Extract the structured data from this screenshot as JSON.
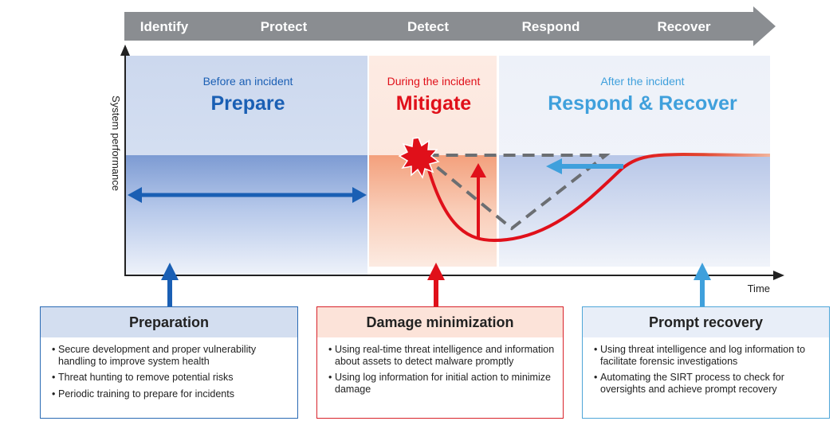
{
  "phases": [
    "Identify",
    "Protect",
    "Detect",
    "Respond",
    "Recover"
  ],
  "axes": {
    "y_label": "System performance",
    "x_label": "Time"
  },
  "stages": {
    "before": {
      "subtitle": "Before an incident",
      "title": "Prepare"
    },
    "during": {
      "subtitle": "During the incident",
      "title": "Mitigate"
    },
    "after": {
      "subtitle": "After the incident",
      "title": "Respond & Recover"
    }
  },
  "cards": {
    "preparation": {
      "title": "Preparation",
      "bullets": [
        "Secure development and proper vulnerability handling to improve system health",
        "Threat hunting to remove potential risks",
        "Periodic training to prepare for incidents"
      ]
    },
    "damage": {
      "title": "Damage minimization",
      "bullets": [
        "Using real-time threat intelligence and information about assets to detect malware promptly",
        "Using log information for initial action to minimize damage"
      ]
    },
    "recovery": {
      "title": "Prompt recovery",
      "bullets": [
        "Using threat intelligence and log information to facilitate forensic investigations",
        "Automating the SIRT process to check for oversights and achieve prompt recovery"
      ]
    }
  },
  "colors": {
    "prepare_blue": "#1a5fb4",
    "mitigate_red": "#e0101a",
    "recover_light_blue": "#3fa0dc",
    "phase_bar_gray": "#8a8d91"
  }
}
